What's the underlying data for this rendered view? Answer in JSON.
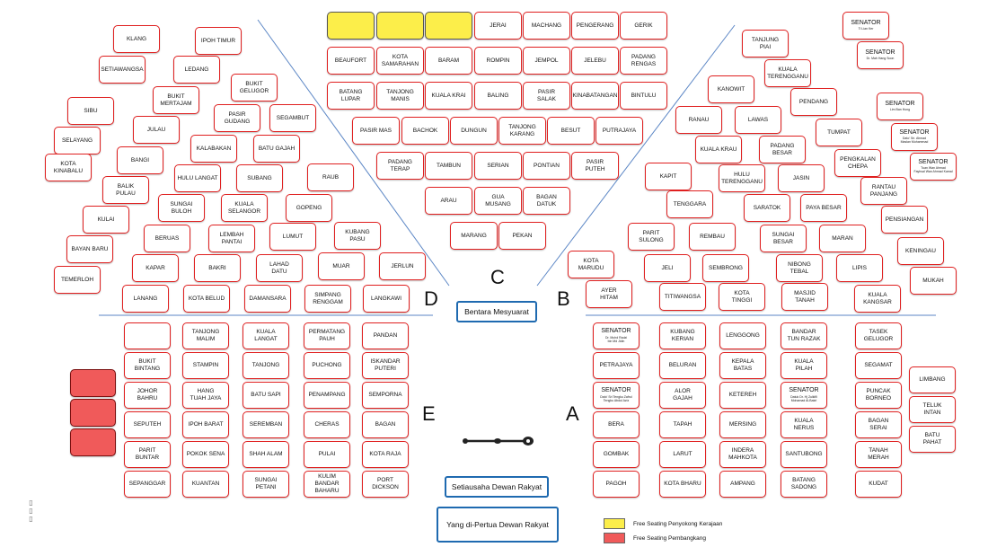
{
  "sections": [
    "A",
    "B",
    "C",
    "D",
    "E"
  ],
  "officials": {
    "bentara": "Bentara Mesyuarat",
    "setiausaha": "Setiausaha Dewan Rakyat",
    "speaker": "Yang di-Pertua Dewan Rakyat"
  },
  "legend": {
    "government": {
      "label": "Free Seating Penyokong Kerajaan",
      "color": "#fcee4a"
    },
    "opposition": {
      "label": "Free Seating Pembangkang",
      "color": "#f05a5a"
    }
  },
  "side_mark": "▯▯▯",
  "seats": {
    "c": [
      "JERAI",
      "MACHANG",
      "PENGERANG",
      "GERIK",
      "BEAUFORT",
      "KOTA\nSAMARAHAN",
      "BARAM",
      "ROMPIN",
      "JEMPOL",
      "JELEBU",
      "PADANG\nRENGAS",
      "BATANG\nLUPAR",
      "TANJONG\nMANIS",
      "KUALA KRAI",
      "BALING",
      "PASIR\nSALAK",
      "KINABATANGAN",
      "BINTULU",
      "PASIR MAS",
      "BACHOK",
      "DUNGUN",
      "TANJONG\nKARANG",
      "BESUT",
      "PUTRAJAYA",
      "PADANG\nTERAP",
      "TAMBUN",
      "SERIAN",
      "PONTIAN",
      "PASIR\nPUTEH",
      "ARAU",
      "GUA\nMUSANG",
      "BAGAN\nDATUK",
      "MARANG",
      "PEKAN"
    ],
    "d": [
      "KLANG",
      "IPOH TIMUR",
      "SETIAWANGSA",
      "LEDANG",
      "BUKIT\nGELUGOR",
      "BUKIT\nMERTAJAM",
      "SIBU",
      "PASIR\nGUDANG",
      "SEGAMBUT",
      "JULAU",
      "SELAYANG",
      "KALABAKAN",
      "BATU GAJAH",
      "BANGI",
      "KOTA KINABALU",
      "HULU LANGAT",
      "SUBANG",
      "RAUB",
      "BALIK\nPULAU",
      "SUNGAI\nBULOH",
      "KUALA\nSELANGOR",
      "GOPENG",
      "KULAI",
      "BERUAS",
      "LEMBAH\nPANTAI",
      "LUMUT",
      "KUBANG\nPASU",
      "BAYAN BARU",
      "KAPAR",
      "BAKRI",
      "LAHAD\nDATU",
      "MUAR",
      "JERLUN",
      "TEMERLOH",
      "LANANG",
      "KOTA BELUD",
      "DAMANSARA",
      "SIMPANG\nRENGGAM",
      "LANGKAWI"
    ],
    "b": [
      "TANJUNG\nPIAI",
      "KUALA\nTERENGGANU",
      "KANOWIT",
      "PENDANG",
      "RANAU",
      "LAWAS",
      "TUMPAT",
      "KUALA KRAU",
      "PADANG\nBESAR",
      "PENGKALAN\nCHEPA",
      "KAPIT",
      "HULU\nTERENGGANU",
      "JASIN",
      "RANTAU\nPANJANG",
      "TENGGARA",
      "SARATOK",
      "PAYA BESAR",
      "PENSIANGAN",
      "PARIT\nSULONG",
      "REMBAU",
      "SUNGAI\nBESAR",
      "MARAN",
      "KENINGAU",
      "KOTA\nMARUDU",
      "JELI",
      "SEMBRONG",
      "NIBONG\nTEBAL",
      "LIPIS",
      "MUKAH",
      "AYER\nHITAM",
      "TITIWANGSA",
      "KOTA\nTINGGI",
      "MASJID\nTANAH",
      "KUALA\nKANGSAR"
    ],
    "senators_b": [
      {
        "name": "SENATOR",
        "sub": "Ti Lian Ker"
      },
      {
        "name": "SENATOR",
        "sub": "Dr. Mah Hang Soon"
      },
      {
        "name": "SENATOR",
        "sub": "Lim Ban Hong"
      },
      {
        "name": "SENATOR",
        "sub": "Dato' Sri. Ahmad\nMaslan Muhammad"
      },
      {
        "name": "SENATOR",
        "sub": "Tuan Wan Ahmad\nFayhsal Wan Ahmad Kamal"
      }
    ],
    "e": [
      "",
      "TANJONG\nMALIM",
      "KUALA\nLANGAT",
      "PERMATANG\nPAUH",
      "PANDAN",
      "BUKIT\nBINTANG",
      "STAMPIN",
      "TANJONG",
      "PUCHONG",
      "ISKANDAR\nPUTERI",
      "JOHOR\nBAHRU",
      "HANG\nTUAH JAYA",
      "BATU SAPI",
      "PENAMPANG",
      "SEMPORNA",
      "SEPUTEH",
      "IPOH BARAT",
      "SEREMBAN",
      "CHERAS",
      "BAGAN",
      "PARIT\nBUNTAR",
      "POKOK SENA",
      "SHAH ALAM",
      "PULAI",
      "KOTA RAJA",
      "SEPANGGAR",
      "KUANTAN",
      "SUNGAI\nPETANI",
      "KULIM\nBANDAR\nBAHARU",
      "PORT\nDICKSON"
    ],
    "a": [
      "KUBANG\nKERIAN",
      "LENGGONG",
      "BANDAR\nTUN RAZAK",
      "TASEK\nGELUGOR",
      "PETRAJAYA",
      "BELURAN",
      "KEPALA\nBATAS",
      "KUALA\nPILAH",
      "SEGAMAT",
      "LIMBANG",
      "ALOR\nGAJAH",
      "KETEREH",
      "PUNCAK\nBORNEO",
      "TELUK\nINTAN",
      "BERA",
      "TAPAH",
      "MERSING",
      "KUALA\nNERUS",
      "BAGAN\nSERAI",
      "BATU\nPAHAT",
      "GOMBAK",
      "LARUT",
      "INDERA\nMAHKOTA",
      "SANTUBONG",
      "TANAH\nMERAH",
      "PAGOH",
      "KOTA BHARU",
      "AMPANG",
      "BATANG\nSADONG",
      "KUDAT"
    ],
    "senators_a": [
      {
        "name": "SENATOR",
        "sub": "Dr. Mohd Radzi\nbin Md Jidin"
      },
      {
        "name": "SENATOR",
        "sub": "Dato' Sri Tengku Zafrul\nTengku Abdul Aziz"
      },
      {
        "name": "SENATOR",
        "sub": "Datuk Dr. Hj Zulkifli\nMohamad Al-Bakri"
      }
    ]
  }
}
